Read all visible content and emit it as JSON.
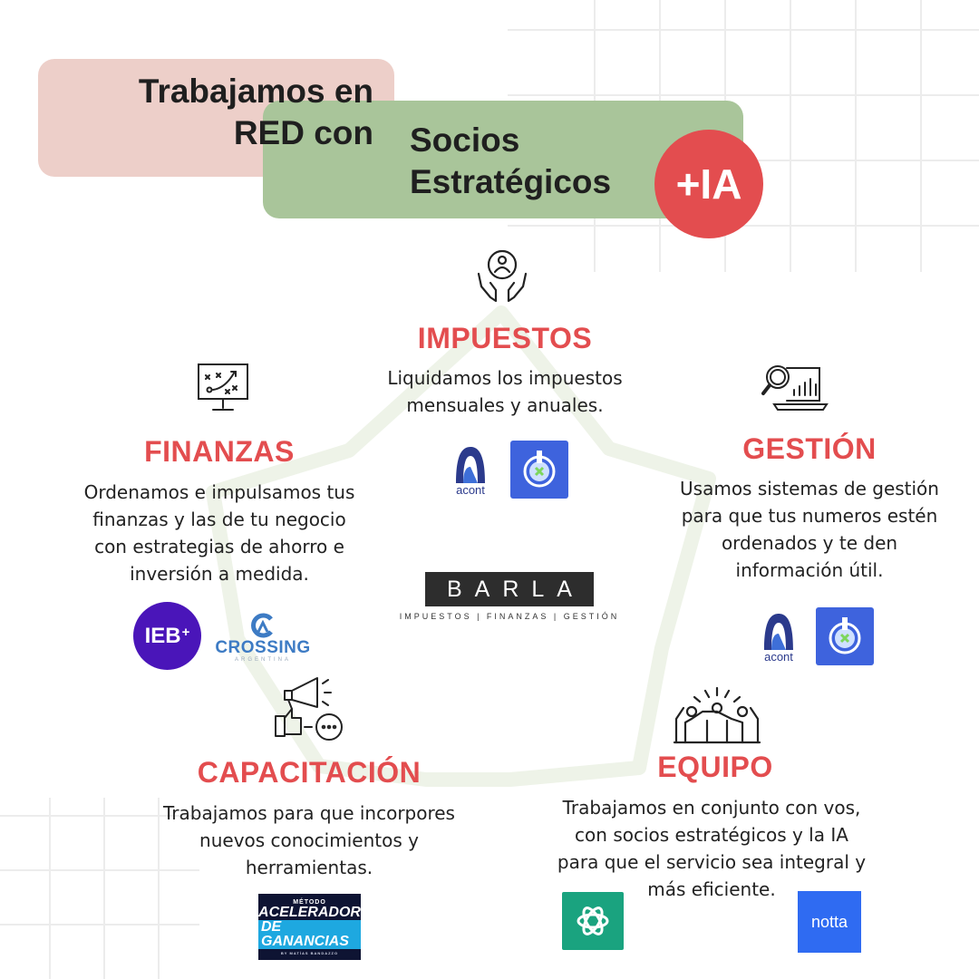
{
  "header": {
    "line1a": "Trabajamos en",
    "line1b": "RED con",
    "line2a": "Socios",
    "line2b": "Estratégicos",
    "badge": "+IA"
  },
  "sections": {
    "impuestos": {
      "title": "IMPUESTOS",
      "text1": "Liquidamos los impuestos",
      "text2": "mensuales y anuales."
    },
    "finanzas": {
      "title": "FINANZAS",
      "text1": "Ordenamos e impulsamos tus",
      "text2": "finanzas y las de tu negocio",
      "text3": "con estrategias de ahorro e",
      "text4": "inversión a medida."
    },
    "gestion": {
      "title": "GESTIÓN",
      "text1": "Usamos sistemas de gestión",
      "text2": "para que tus numeros estén",
      "text3": "ordenados y te den",
      "text4": "información útil."
    },
    "capacitacion": {
      "title": "CAPACITACIÓN",
      "text1": "Trabajamos para que incorpores",
      "text2": "nuevos conocimientos y",
      "text3": "herramientas."
    },
    "equipo": {
      "title": "EQUIPO",
      "text1": "Trabajamos en conjunto con vos,",
      "text2": "con socios estratégicos y la IA",
      "text3": "para que el servicio sea integral y",
      "text4": "más eficiente."
    }
  },
  "logos": {
    "acont": "acont",
    "ieb_main": "IEB",
    "ieb_plus": "+",
    "crossing": "CROSSING",
    "crossing_sub": "ARGENTINA",
    "barla": "BARLA",
    "barla_sub": "IMPUESTOS | FINANZAS | GESTIÓN",
    "acelerador_1": "MÉTODO",
    "acelerador_2": "ACELERADOR",
    "acelerador_3": "DE GANANCIAS",
    "acelerador_4": "BY MATÍAS BANDAZZO",
    "notta": "notta"
  },
  "icons": {
    "impuestos": "hands-person-icon",
    "finanzas": "strategy-board-icon",
    "gestion": "analytics-laptop-icon",
    "capacitacion": "megaphone-feedback-icon",
    "equipo": "team-celebration-icon",
    "openai": "openai-icon",
    "xsystem": "x-power-icon"
  },
  "colors": {
    "accent_red": "#e34d4f",
    "pink_box": "#edcfc9",
    "green_box": "#a9c59a",
    "star_line": "#eef3e8"
  }
}
